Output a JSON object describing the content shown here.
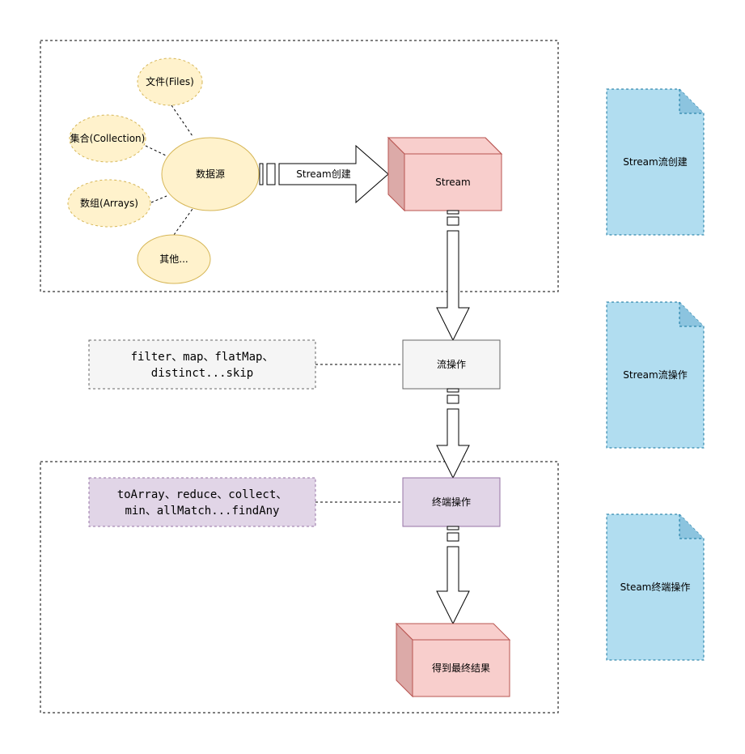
{
  "sources": {
    "files": "文件(Files)",
    "collection": "集合(Collection)",
    "arrays": "数组(Arrays)",
    "other": "其他...",
    "datasource": "数据源"
  },
  "creation": {
    "arrow_label": "Stream创建",
    "stream_box": "Stream"
  },
  "intermediate": {
    "box": "流操作",
    "ops_line1": "filter、map、flatMap、",
    "ops_line2": "distinct...skip"
  },
  "terminal": {
    "box": "终端操作",
    "ops_line1": "toArray、reduce、collect、",
    "ops_line2": "min、allMatch...findAny",
    "result_box": "得到最终结果"
  },
  "notes": {
    "create": "Stream流创建",
    "intermediate": "Stream流操作",
    "terminal": "Steam终端操作"
  },
  "colors": {
    "ellipse_fill": "#fff2cc",
    "ellipse_stroke": "#d6b656",
    "stream_fill": "#f8cecc",
    "stream_stroke": "#b85450",
    "stream_shade": "#dcaaa8",
    "grey_fill": "#f5f5f5",
    "grey_stroke": "#666666",
    "purple_fill": "#e1d5e7",
    "purple_stroke": "#9673a6",
    "note_fill": "#b1ddf0",
    "note_stroke": "#10739e"
  }
}
